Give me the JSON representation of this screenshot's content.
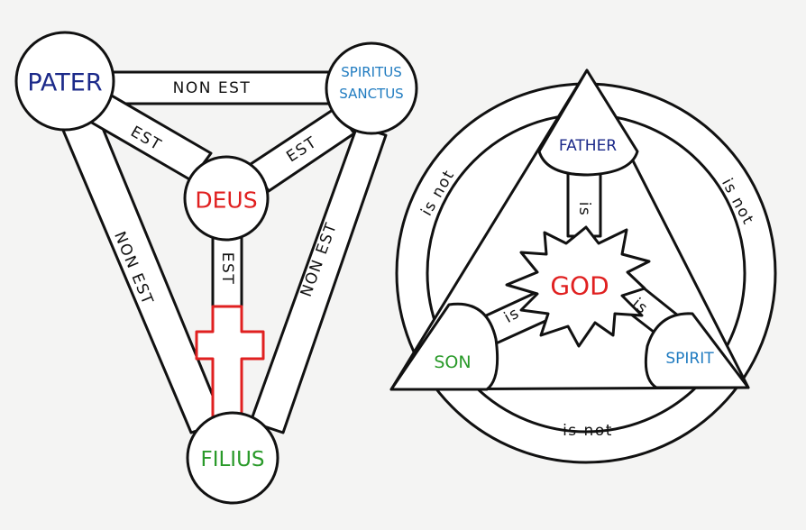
{
  "left_diagram": {
    "nodes": {
      "pater": "PATER",
      "spiritus_line1": "SPIRITUS",
      "spiritus_line2": "SANCTUS",
      "deus": "DEUS",
      "filius": "FILIUS"
    },
    "links": {
      "top": "NON EST",
      "left": "NON EST",
      "right": "NON EST",
      "pater_deus": "EST",
      "spiritus_deus": "EST",
      "deus_filius": "EST"
    }
  },
  "right_diagram": {
    "nodes": {
      "father": "FATHER",
      "god": "GOD",
      "son": "SON",
      "spirit": "SPIRIT"
    },
    "links": {
      "father_god": "is",
      "son_god": "is",
      "spirit_god": "is",
      "ring_left": "is not",
      "ring_right": "is not",
      "ring_bottom": "is not"
    }
  },
  "colors": {
    "pater": "#1c2a8a",
    "spiritus": "#1f7bc0",
    "deus": "#e02020",
    "filius": "#2a9a2a",
    "cross": "#e02020",
    "father": "#1c2a8a",
    "god": "#e02020",
    "son": "#2a9a2a",
    "spirit": "#1f7bc0"
  }
}
